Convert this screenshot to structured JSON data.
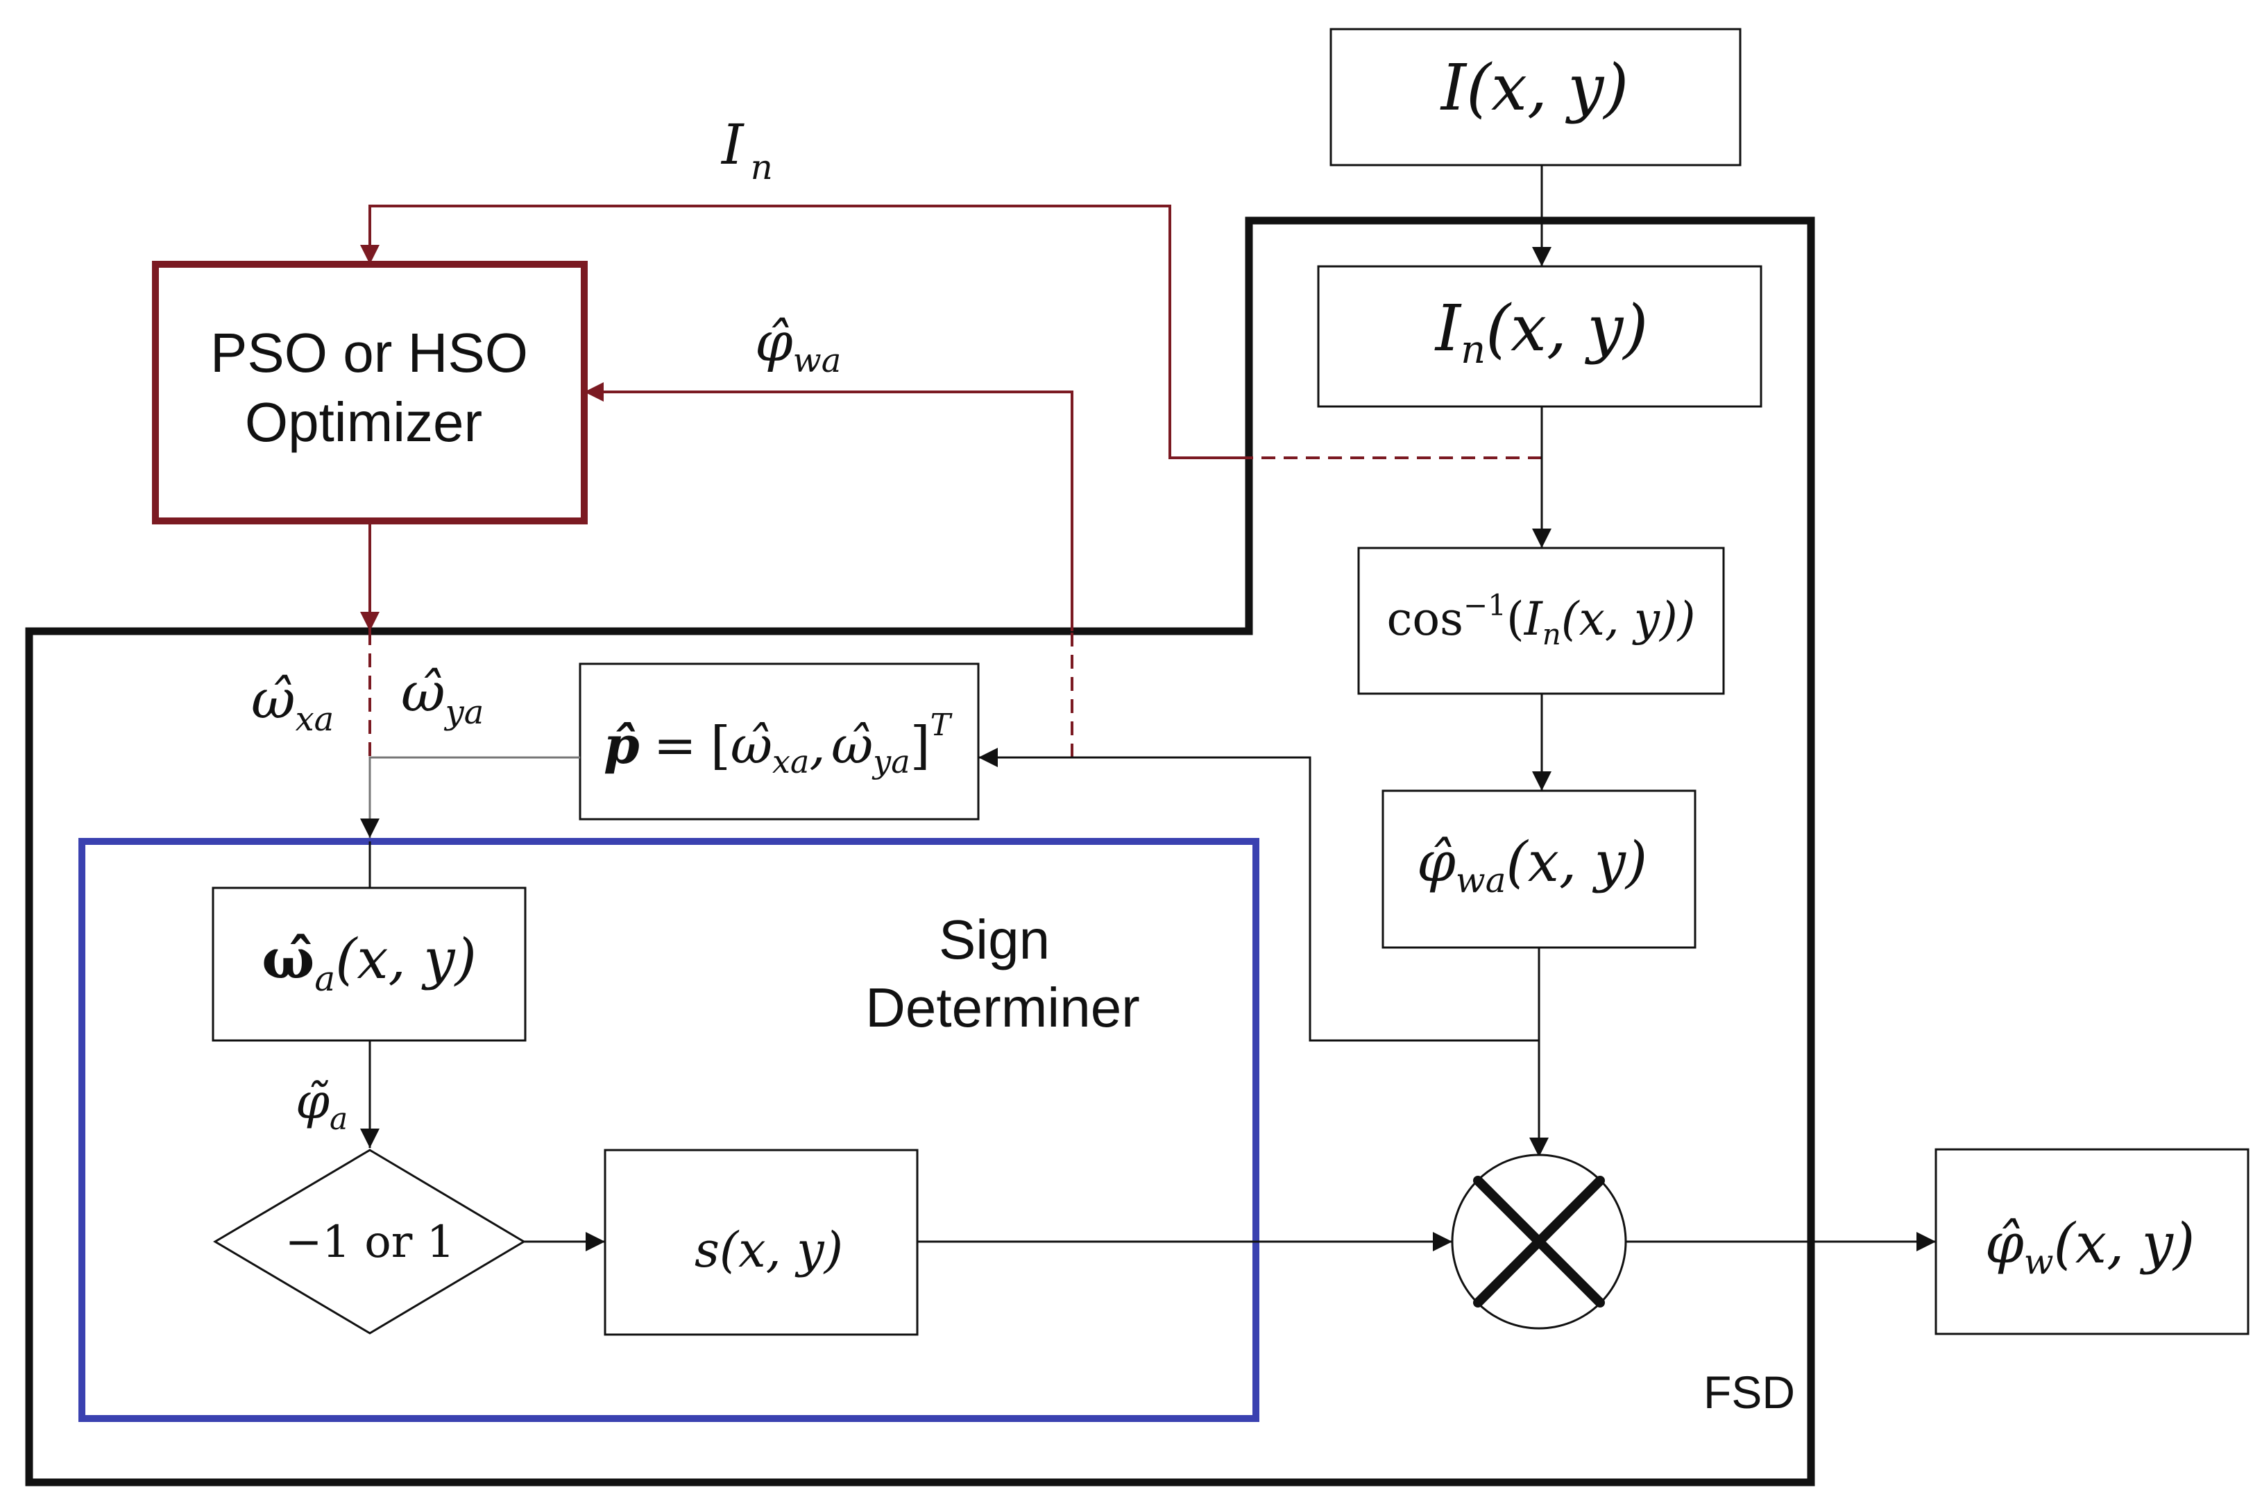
{
  "colors": {
    "black": "#111111",
    "maroon": "#7b1a22",
    "blue": "#3a41b0",
    "gray": "#777777"
  },
  "optimizer": {
    "line1": "PSO or HSO",
    "line2": "Optimizer"
  },
  "sign_determiner": {
    "line1": "Sign",
    "line2": "Determiner"
  },
  "fsd_label": "FSD",
  "nodes": {
    "input": {
      "main": "I",
      "args": "(x, y)"
    },
    "normalized": {
      "main": "I",
      "sub": "n",
      "args": "(x, y)"
    },
    "arccos": {
      "func": "cos",
      "sup": "−1",
      "open": "(",
      "main": "I",
      "sub": "n",
      "args": "(x, y))"
    },
    "phi_wa": {
      "main": "φ̂",
      "sub": "wa",
      "args": "(x, y)"
    },
    "omega": {
      "main": "ω̂",
      "sub": "a",
      "args": "(x, y)"
    },
    "decision": {
      "text": "−1 or 1"
    },
    "sign": {
      "text": "s(x, y)"
    },
    "output": {
      "main": "φ̂",
      "sub": "w",
      "args": "(x, y)"
    },
    "p_vector": {
      "lhs": "p̂",
      "eq": "=",
      "lbracket": "[",
      "om1": "ω̂",
      "sub1": "xa",
      "comma": ",",
      "om2": "ω̂",
      "sub2": "ya",
      "rbracket": "]",
      "sup": "T"
    }
  },
  "edge_labels": {
    "in": {
      "main": "I",
      "sub": "n"
    },
    "phi_wa": {
      "main": "φ̂",
      "sub": "wa"
    },
    "omega_xa": {
      "main": "ω̂",
      "sub": "xa"
    },
    "omega_ya": {
      "main": "ω̂",
      "sub": "ya"
    },
    "phi_tilde_a": {
      "main": "φ̃",
      "sub": "a"
    }
  }
}
